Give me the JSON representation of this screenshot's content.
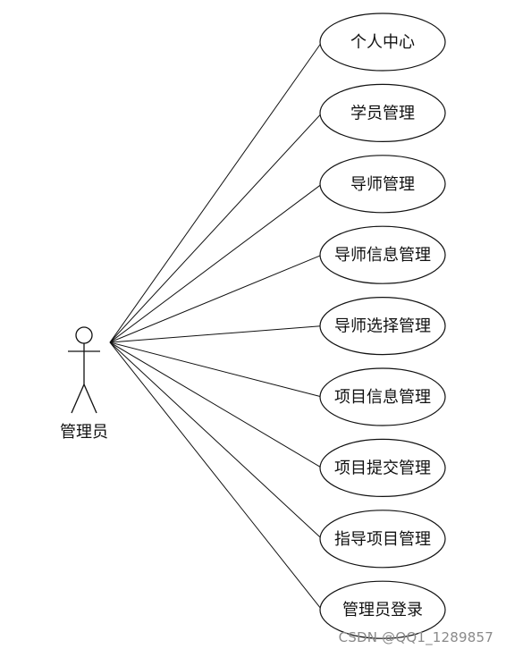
{
  "actor": {
    "label": "管理员"
  },
  "use_cases": [
    "个人中心",
    "学员管理",
    "导师管理",
    "导师信息管理",
    "导师选择管理",
    "项目信息管理",
    "项目提交管理",
    "指导项目管理",
    "管理员登录"
  ],
  "watermark": "CSDN @QQ1_1289857"
}
